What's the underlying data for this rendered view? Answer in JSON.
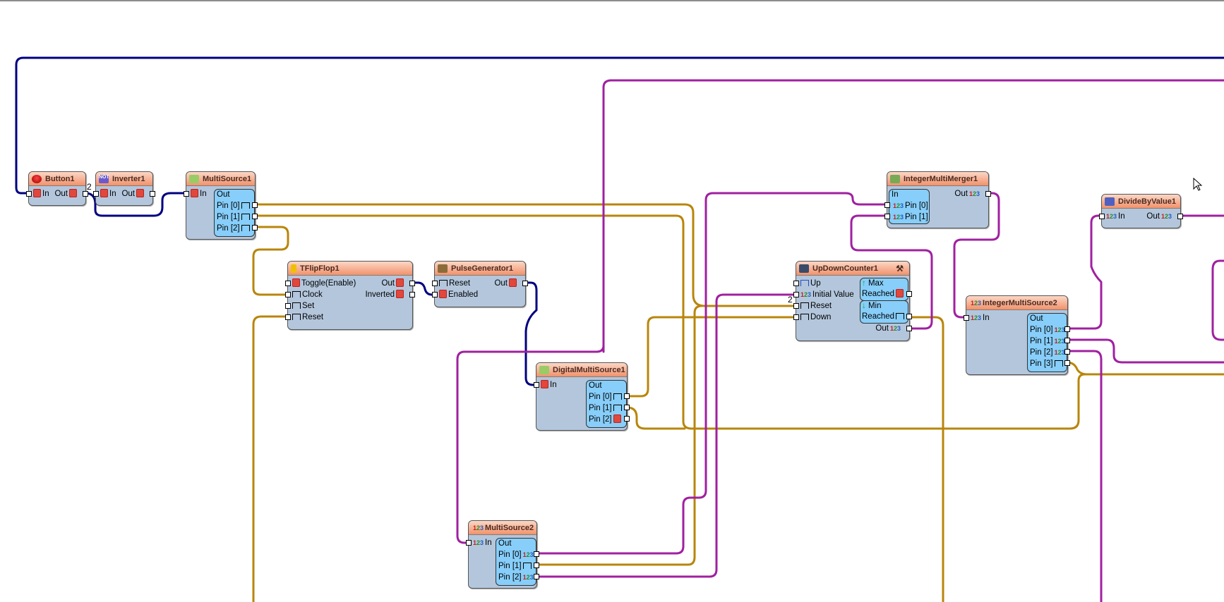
{
  "canvas": {
    "wire_colors": {
      "digital": "#000080",
      "clock": "#b8860b",
      "integer": "#a020a0"
    },
    "header_gradient": [
      "#fbd7c6",
      "#f2926c"
    ],
    "body_color": "#b3c6dc",
    "outbox_color": "#87cefa"
  },
  "components": {
    "button1": {
      "title": "Button1",
      "in": "In",
      "out": "Out"
    },
    "inverter1": {
      "title": "Inverter1",
      "in": "In",
      "out": "Out"
    },
    "multisource1": {
      "title": "MultiSource1",
      "in": "In",
      "out": "Out",
      "pins": [
        "Pin [0]",
        "Pin [1]",
        "Pin [2]"
      ]
    },
    "tflipflop1": {
      "title": "TFlipFlop1",
      "inputs": [
        "Toggle(Enable)",
        "Clock",
        "Set",
        "Reset"
      ],
      "outputs": [
        "Out",
        "Inverted"
      ]
    },
    "pulsegenerator1": {
      "title": "PulseGenerator1",
      "inputs": [
        "Reset",
        "Enabled"
      ],
      "out": "Out"
    },
    "digitalmultisource1": {
      "title": "DigitalMultiSource1",
      "in": "In",
      "out": "Out",
      "pins": [
        "Pin [0]",
        "Pin [1]",
        "Pin [2]"
      ]
    },
    "updowncounter1": {
      "title": "UpDownCounter1",
      "inputs": [
        "Up",
        "Initial Value",
        "Reset",
        "Down"
      ],
      "max": "Max",
      "min": "Min",
      "reached": "Reached",
      "out": "Out"
    },
    "integermultimerger1": {
      "title": "IntegerMultiMerger1",
      "in": "In",
      "pins": [
        "Pin [0]",
        "Pin [1]"
      ],
      "out": "Out"
    },
    "integermultisource2": {
      "title": "IntegerMultiSource2",
      "in": "In",
      "out": "Out",
      "pins": [
        "Pin [0]",
        "Pin [1]",
        "Pin [2]",
        "Pin [3]"
      ]
    },
    "dividebyvalue1": {
      "title": "DivideByValue1",
      "in": "In",
      "out": "Out"
    },
    "multisource2": {
      "title": "MultiSource2",
      "in": "In",
      "out": "Out",
      "pins": [
        "Pin [0]",
        "Pin [1]",
        "Pin [2]"
      ]
    }
  },
  "labels": {
    "button_out_count": "2",
    "counter_reset_count": "2"
  },
  "int_glyph": [
    "1",
    "2",
    "3"
  ]
}
